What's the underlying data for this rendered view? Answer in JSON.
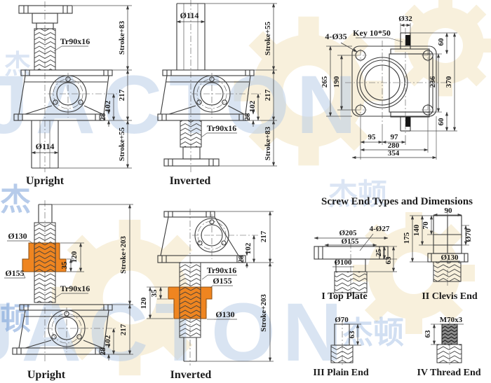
{
  "watermark": {
    "brand": "JACTON",
    "cn_pair": "杰顿",
    "cn1": "杰",
    "cn2": "顿",
    "brand_color": "#b5cbe7",
    "cn_color": "#5e8ed2",
    "gear_color": "#f8f0dc"
  },
  "colors": {
    "line": "#3a3a3a",
    "safety_nut_orange": "#ef8520"
  },
  "f1": {
    "caption": "Upright",
    "screw": "Tr90x16",
    "stroke_top": "Stroke+83",
    "h217": "217",
    "h102": "102",
    "h28": "28",
    "stroke_bot": "Stroke+55",
    "dia": "Ø114"
  },
  "f2": {
    "caption": "Inverted",
    "dia": "Ø114",
    "stroke_top": "Stroke+55",
    "h217": "217",
    "h102": "102",
    "h28": "28",
    "screw": "Tr90x16",
    "stroke_bot": "Stroke+83"
  },
  "f3": {
    "dia32": "Ø32",
    "key": "Key 10*50",
    "holes": "4-Ø35",
    "d265": "265",
    "d190": "190",
    "d236": "236",
    "d370": "370",
    "d60t": "60",
    "d60b": "60",
    "d95": "95",
    "d97": "97",
    "d280": "280",
    "d354": "354"
  },
  "f4": {
    "caption": "Upright",
    "dia130": "Ø130",
    "dia155": "Ø155",
    "h120": "120",
    "h35": "35",
    "screw": "Tr90x16",
    "stroke": "Stroke+203",
    "h217": "217",
    "h102": "102",
    "h28": "28"
  },
  "f5": {
    "caption": "Inverted",
    "h217": "217",
    "h102": "102",
    "h28": "28",
    "screw": "Tr90x16",
    "dia155": "Ø155",
    "h35": "35",
    "h120": "120",
    "dia130": "Ø130",
    "stroke": "Stroke+203"
  },
  "f6": {
    "title": "Screw End Types and Dimensions",
    "tp": {
      "caption": "I  Top Plate",
      "d205": "Ø205",
      "d155": "Ø155",
      "holes": "4-Ø27",
      "h25": "25",
      "h63": "63",
      "d100": "Ø100"
    },
    "cl": {
      "caption": "II  Clevis End",
      "w90": "90",
      "h70": "70",
      "h140": "140",
      "h175": "175",
      "d70": "Ø70",
      "d130": "Ø130"
    },
    "pl": {
      "caption": "III  Plain End",
      "d70": "Ø70",
      "h63": "63"
    },
    "th": {
      "caption": "IV  Thread End",
      "m": "M70x3",
      "h63": "63"
    }
  }
}
